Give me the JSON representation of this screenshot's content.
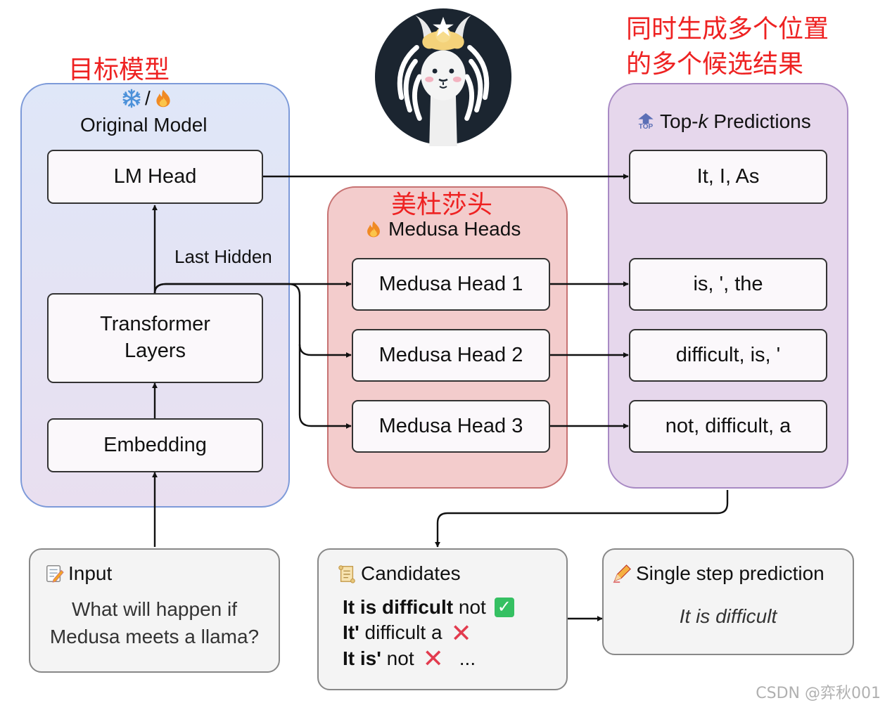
{
  "labels": {
    "target_model_cn": "目标模型",
    "medusa_heads_cn": "美杜莎头",
    "topk_cn_line1": "同时生成多个位置",
    "topk_cn_line2": "的多个候选结果",
    "last_hidden": "Last Hidden"
  },
  "original_model": {
    "title_separator": "/",
    "title": "Original Model",
    "lm_head": "LM Head",
    "transformer_line1": "Transformer",
    "transformer_line2": "Layers",
    "embedding": "Embedding"
  },
  "medusa": {
    "title": "Medusa Heads",
    "heads": [
      "Medusa Head 1",
      "Medusa Head 2",
      "Medusa Head 3"
    ]
  },
  "topk": {
    "title_prefix": "Top-",
    "title_k": "k",
    "title_suffix": " Predictions",
    "icon_text": "TOP",
    "predictions": [
      "It, I, As",
      "is, ', the",
      "difficult, is, '",
      "not, difficult, a"
    ]
  },
  "input": {
    "title": "Input",
    "line1": "What will happen if",
    "line2": "Medusa meets a llama?"
  },
  "candidates": {
    "title": "Candidates",
    "rows": [
      {
        "bold": "It is difficult",
        "rest": " not",
        "mark": "check"
      },
      {
        "bold": "It'",
        "rest": " difficult a",
        "mark": "cross"
      },
      {
        "bold": "It is'",
        "rest": " not",
        "mark": "cross",
        "trail": "..."
      }
    ]
  },
  "single_step": {
    "title": "Single step prediction",
    "text": "It is difficult"
  },
  "watermark": "CSDN @弈秋001",
  "colors": {
    "original_panel_border": "#7d9ad9",
    "medusa_panel_fill": "#f3cccc",
    "topk_panel_fill": "#e6d7ec",
    "red_annotation": "#ee2222",
    "check": "#35c062",
    "cross": "#e23b4e"
  },
  "icons": {
    "logo": "medusa-llama-logo",
    "snowflake": "snowflake-icon",
    "fire": "fire-icon",
    "top": "top-arrow-icon",
    "memo": "memo-icon",
    "scroll": "scroll-icon",
    "pencil": "pencil-icon"
  }
}
